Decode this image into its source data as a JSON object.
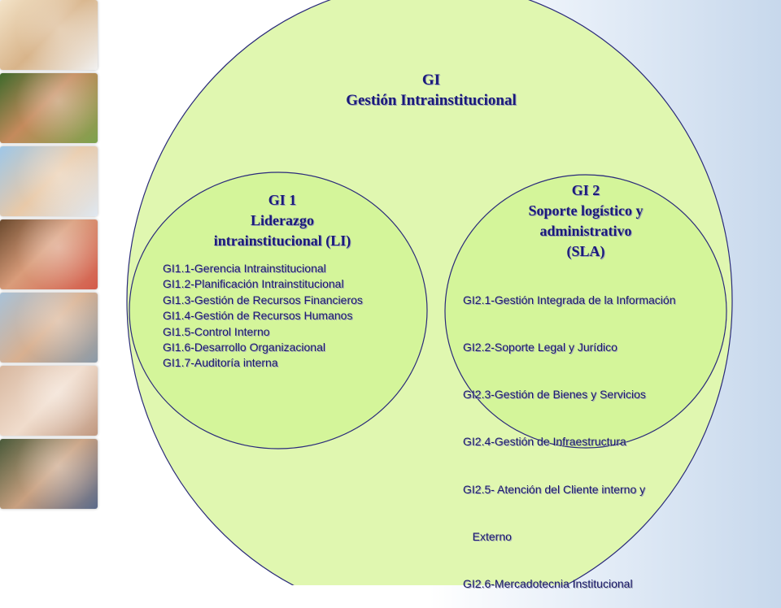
{
  "diagram": {
    "outer": {
      "code": "GI",
      "name": "Gestión Intrainstitucional"
    },
    "left": {
      "code": "GI 1",
      "name_line1": "Liderazgo",
      "name_line2": "intrainstitucional (LI)",
      "items": [
        "GI1.1-Gerencia Intrainstitucional",
        "GI1.2-Planificación Intrainstitucional",
        "GI1.3-Gestión de Recursos Financieros",
        "GI1.4-Gestión de Recursos Humanos",
        "GI1.5-Control Interno",
        "GI1.6-Desarrollo Organizacional",
        "GI1.7-Auditoría interna"
      ]
    },
    "right": {
      "code": "GI 2",
      "name_line1": "Soporte logístico y",
      "name_line2": "administrativo",
      "name_line3": "(SLA)",
      "items": [
        "GI2.1-Gestión Integrada de la Información",
        "GI2.2-Soporte Legal y Jurídico",
        "GI2.3-Gestión de Bienes y Servicios",
        "GI2.4-Gestión de Infraestructura",
        "GI2.5- Atención del Cliente interno y",
        "   Externo",
        "GI2.6-Mercadotecnia Institucional"
      ]
    },
    "colors": {
      "outer_fill": "#e0f7b0",
      "inner_fill": "#d4f59a",
      "stroke": "#2a2a7a",
      "text": "#1a1a7a"
    }
  },
  "photo_strip": [
    "family-photo-icon",
    "children-photo-icon",
    "couple-photo-icon",
    "woman-eating-photo-icon",
    "family-group-photo-icon",
    "mother-baby-photo-icon",
    "father-son-photo-icon"
  ]
}
